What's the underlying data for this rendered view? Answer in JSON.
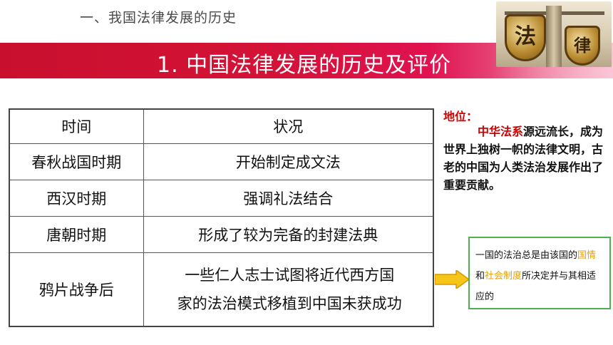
{
  "section_heading": "一、我国法律发展的历史",
  "page_title": "1. 中国法律发展的历史及评价",
  "emblem": {
    "char_left": "法",
    "char_right": "律"
  },
  "table": {
    "headers": [
      "时间",
      "状况"
    ],
    "rows": [
      {
        "period": "春秋战国时期",
        "status": "开始制定成文法"
      },
      {
        "period": "西汉时期",
        "status": "强调礼法结合"
      },
      {
        "period": "唐朝时期",
        "status": "形成了较为完备的封建法典"
      },
      {
        "period": "鸦片战争后",
        "status_line1": "一些仁人志士试图将近代西方国",
        "status_line2": "家的法治模式移植到中国未获成功"
      }
    ]
  },
  "status_panel": {
    "label": "地位：",
    "highlight": "中华法系",
    "text": "源远流长，成为世界上独树一帜的法律文明，古老的中国为人类法治发展作出了重要贡献。"
  },
  "note": {
    "part1": "一国的法治总是由该国的",
    "highlight1": "国情",
    "part2": "和",
    "highlight2": "社会制度",
    "part3": "所决定并与其相适应的"
  },
  "colors": {
    "title_bar": "#c8102e",
    "accent_red": "#d40000",
    "accent_yellow": "#e6a000",
    "note_border": "#4caf50"
  }
}
